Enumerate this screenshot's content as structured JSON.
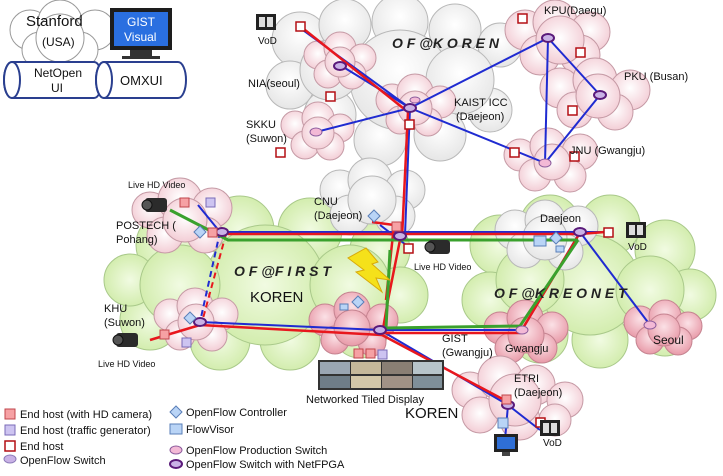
{
  "left_panel": {
    "stanford": "Stanford",
    "usa": "(USA)",
    "gist_visual_line1": "GIST",
    "gist_visual_line2": "Visual",
    "netopen_line1": "NetOpen",
    "netopen_line2": "UI",
    "omxui": "OMXUI"
  },
  "regions": {
    "of_koren": "O F @K O R E N",
    "of_first": "O F @F I R S T",
    "koren_mid": "KOREN",
    "of_kreonet": "O F @K R E O N E T",
    "koren_bottom": "KOREN"
  },
  "sites": {
    "kpu_daegu": "KPU(Daegu)",
    "nia_seoul": "NIA(seoul)",
    "kaist_l1": "KAIST ICC",
    "kaist_l2": "(Daejeon)",
    "pku_busan": "PKU (Busan)",
    "skku_l1": "SKKU",
    "skku_l2": "(Suwon)",
    "jnu_gwangju": "JNU (Gwangju)",
    "cnu_l1": "CNU",
    "cnu_l2": "(Daejeon)",
    "postech_l1": "POSTECH (",
    "postech_l2": "Pohang)",
    "daejeon": "Daejeon",
    "khu_l1": "KHU",
    "khu_l2": "(Suwon)",
    "gist_l1": "GIST",
    "gist_l2": "(Gwangju)",
    "gwangju": "Gwangju",
    "seoul": "Seoul",
    "etri_l1": "ETRI",
    "etri_l2": "(Daejeon)"
  },
  "media_labels": {
    "vod_top": "VoD",
    "vod_right": "VoD",
    "vod_bottom": "VoD",
    "live_postech": "Live HD Video",
    "live_cnu": "Live HD Video",
    "live_khu": "Live HD Video",
    "tiled_display": "Networked Tiled Display"
  },
  "legend": {
    "hd_camera": "End host (with HD camera)",
    "traffic_gen": "End host (traffic generator)",
    "end_host": "End host",
    "of_switch": "OpenFlow Switch",
    "controller": "OpenFlow Controller",
    "flowvisor": "FlowVisor",
    "production": "OpenFlow Production Switch",
    "netfpga": "OpenFlow Switch with NetFPGA"
  },
  "colors": {
    "link_blue": "#1f2bd1",
    "link_red": "#e8171d",
    "link_green": "#3aa12d",
    "cloud_pink": "#f6dde4",
    "cloud_green": "#d8f0b8",
    "cloud_white": "#f4f4f4",
    "lightning": "#f5e11a"
  }
}
